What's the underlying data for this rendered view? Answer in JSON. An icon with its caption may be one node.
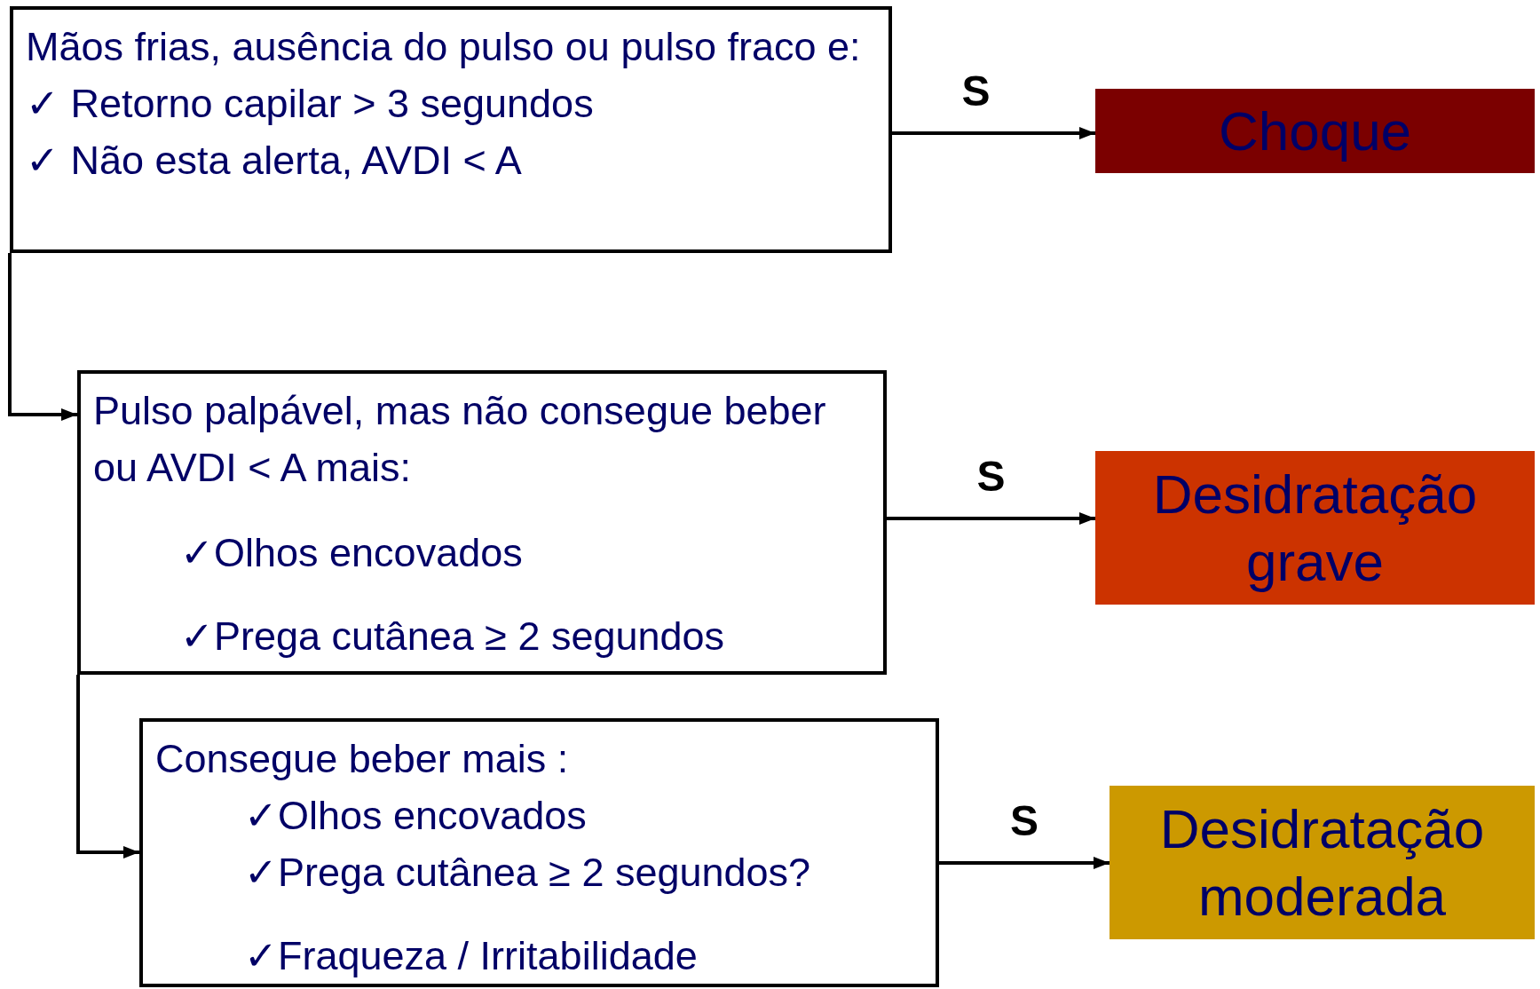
{
  "diagram": {
    "nodes": [
      {
        "text": [
          "Mãos frias, ausência do pulso ou pulso fraco e:",
          "✓ Retorno capilar > 3 segundos",
          "✓ Não esta alerta, AVDI < A"
        ]
      },
      {
        "text": [
          "Choque"
        ]
      },
      {
        "text": [
          "Pulso palpável, mas não consegue beber ou AVDI < A mais:",
          "✓Olhos encovados",
          "✓Prega cutânea ≥ 2 segundos"
        ]
      },
      {
        "text": [
          "Desidratação grave"
        ]
      },
      {
        "text": [
          "Consegue beber mais :",
          "✓Olhos encovados",
          "✓Prega cutânea ≥ 2 segundos?",
          "✓Fraqueza / Irritabilidade"
        ]
      },
      {
        "text": [
          "Desidratação moderada"
        ]
      }
    ],
    "edges": [
      {
        "from": 0,
        "to": 1,
        "arrow": "to",
        "label": "S"
      },
      {
        "from": 0,
        "to": 2,
        "arrow": "to"
      },
      {
        "from": 2,
        "to": 3,
        "arrow": "to",
        "label": "S"
      },
      {
        "from": 2,
        "to": 4,
        "arrow": "to"
      },
      {
        "from": 4,
        "to": 5,
        "arrow": "to",
        "label": "S"
      }
    ]
  }
}
